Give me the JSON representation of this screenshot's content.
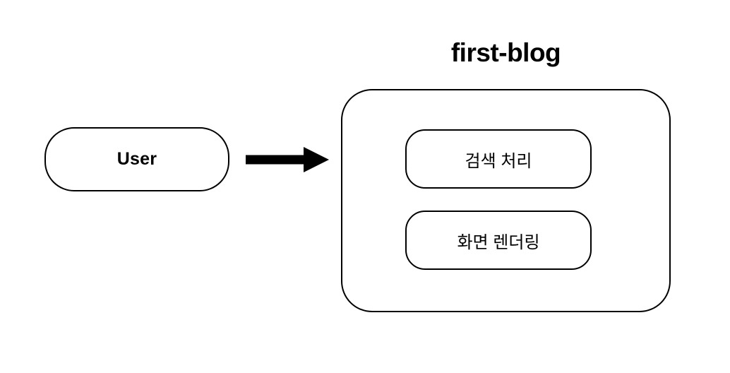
{
  "diagram": {
    "background_color": "#ffffff",
    "stroke_color": "#000000",
    "title": "first-blog",
    "actor": {
      "label": "User"
    },
    "container": {
      "label": "first-blog",
      "children": [
        {
          "label": "검색 처리"
        },
        {
          "label": "화면 렌더링"
        }
      ]
    },
    "edges": [
      {
        "from": "User",
        "to": "first-blog",
        "label": "",
        "arrowhead": "solid-triangle"
      }
    ]
  }
}
